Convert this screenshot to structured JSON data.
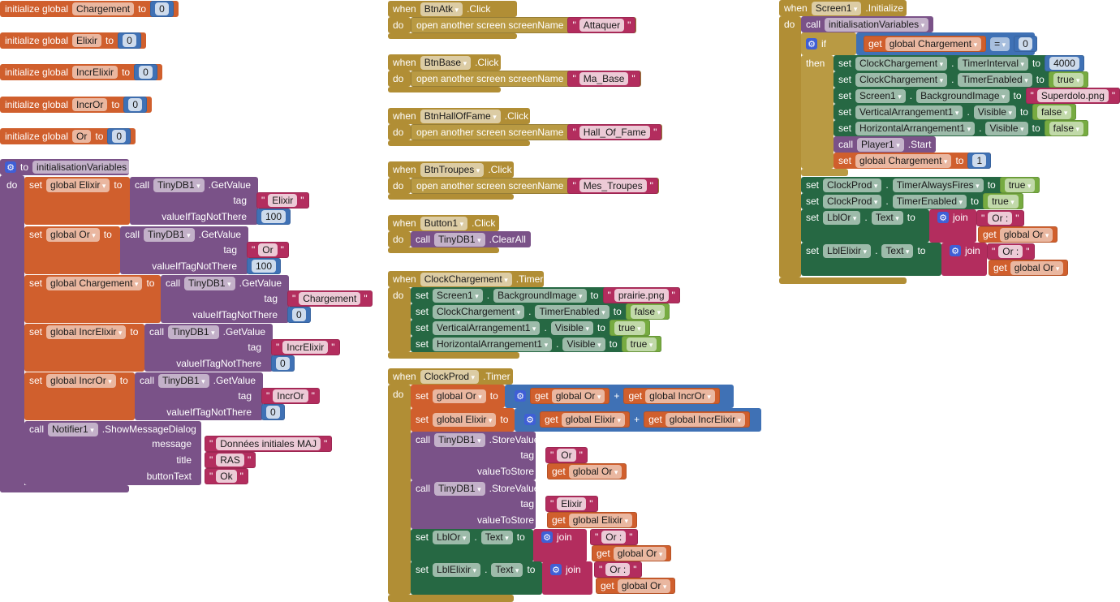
{
  "colors": {
    "variable": "#d05f2d",
    "procedure": "#7a5288",
    "event": "#b18e35",
    "control": "#b99a43",
    "component": "#266843",
    "logic": "#77ab41",
    "text": "#b32d5e",
    "math": "#3f71b5"
  },
  "kw": {
    "init": "initialize global",
    "to": "to",
    "do": "do",
    "set": "set",
    "call": "call",
    "get": "get",
    "when": "when",
    "then": "then",
    "if": "if",
    "join": "join",
    "plus": "+",
    "dot": ".",
    "eq": "=",
    "q": "\"",
    "open": "open another screen  screenName",
    "tag": "tag",
    "vitnt": "valueIfTagNotThere",
    "vts": "valueToStore",
    "message": "message",
    "title": "title",
    "buttonText": "buttonText"
  },
  "globals": [
    {
      "name": "Chargement",
      "value": "0"
    },
    {
      "name": "Elixir",
      "value": "0"
    },
    {
      "name": "IncrElixir",
      "value": "0"
    },
    {
      "name": "IncrOr",
      "value": "0"
    },
    {
      "name": "Or",
      "value": "0"
    }
  ],
  "procedure": {
    "name": "initialisationVariables",
    "sets": [
      {
        "var": "global Elixir",
        "component": "TinyDB1",
        "method": ".GetValue",
        "tag": "Elixir",
        "default": "100"
      },
      {
        "var": "global Or",
        "component": "TinyDB1",
        "method": ".GetValue",
        "tag": "Or",
        "default": "100"
      },
      {
        "var": "global Chargement",
        "component": "TinyDB1",
        "method": ".GetValue",
        "tag": "Chargement",
        "default": "0"
      },
      {
        "var": "global IncrElixir",
        "component": "TinyDB1",
        "method": ".GetValue",
        "tag": "IncrElixir",
        "default": "0"
      },
      {
        "var": "global IncrOr",
        "component": "TinyDB1",
        "method": ".GetValue",
        "tag": "IncrOr",
        "default": "0"
      }
    ],
    "notifier": {
      "component": "Notifier1",
      "method": ".ShowMessageDialog",
      "message": "Données initiales MAJ",
      "title": "RAS",
      "buttonText": "Ok"
    }
  },
  "screen_events": [
    {
      "component": "BtnAtk",
      "event": ".Click",
      "screen": "Attaquer"
    },
    {
      "component": "BtnBase",
      "event": ".Click",
      "screen": "Ma_Base"
    },
    {
      "component": "BtnHallOfFame",
      "event": ".Click",
      "screen": "Hall_Of_Fame"
    },
    {
      "component": "BtnTroupes",
      "event": ".Click",
      "screen": "Mes_Troupes"
    }
  ],
  "button1": {
    "component": "Button1",
    "event": ".Click",
    "call_component": "TinyDB1",
    "method": ".ClearAll"
  },
  "clock_chargement_timer": {
    "component": "ClockChargement",
    "event": ".Timer",
    "setters": [
      {
        "component": "Screen1",
        "property": "BackgroundImage",
        "value": "prairie.png"
      },
      {
        "component": "ClockChargement",
        "property": "TimerEnabled",
        "value": "false"
      },
      {
        "component": "VerticalArrangement1",
        "property": "Visible",
        "value": "true"
      },
      {
        "component": "HorizontalArrangement1",
        "property": "Visible",
        "value": "true"
      }
    ]
  },
  "clock_prod_timer": {
    "component": "ClockProd",
    "event": ".Timer",
    "set_or": {
      "var": "global Or",
      "a": "global Or",
      "b": "global IncrOr"
    },
    "set_elixir": {
      "var": "global Elixir",
      "a": "global Elixir",
      "b": "global IncrElixir"
    },
    "stores": [
      {
        "component": "TinyDB1",
        "method": ".StoreValue",
        "tag": "Or",
        "value": "global Or"
      },
      {
        "component": "TinyDB1",
        "method": ".StoreValue",
        "tag": "Elixir",
        "value": "global Elixir"
      }
    ],
    "labels": [
      {
        "component": "LblOr",
        "property": "Text",
        "text": "Or : ",
        "value": "global Or"
      },
      {
        "component": "LblElixir",
        "property": "Text",
        "text": "Or : ",
        "value": "global Or"
      }
    ]
  },
  "screen1_initialize": {
    "component": "Screen1",
    "event": ".Initialize",
    "call": "initialisationVariables",
    "condition": {
      "var": "global Chargement",
      "op": "=",
      "value": "0"
    },
    "then": [
      {
        "component": "ClockChargement",
        "property": "TimerInterval",
        "value": "4000"
      },
      {
        "component": "ClockChargement",
        "property": "TimerEnabled",
        "value": "true"
      },
      {
        "component": "Screen1",
        "property": "BackgroundImage",
        "value": "Superdolo.png"
      },
      {
        "component": "VerticalArrangement1",
        "property": "Visible",
        "value": "false"
      },
      {
        "component": "HorizontalArrangement1",
        "property": "Visible",
        "value": "false"
      }
    ],
    "player": {
      "component": "Player1",
      "method": ".Start"
    },
    "set_chargement": {
      "var": "global Chargement",
      "value": "1"
    },
    "after": [
      {
        "component": "ClockProd",
        "property": "TimerAlwaysFires",
        "value": "true"
      },
      {
        "component": "ClockProd",
        "property": "TimerEnabled",
        "value": "true"
      }
    ],
    "labels": [
      {
        "component": "LblOr",
        "property": "Text",
        "text": "Or : ",
        "value": "global Or"
      },
      {
        "component": "LblElixir",
        "property": "Text",
        "text": "Or : ",
        "value": "global Or"
      }
    ]
  }
}
